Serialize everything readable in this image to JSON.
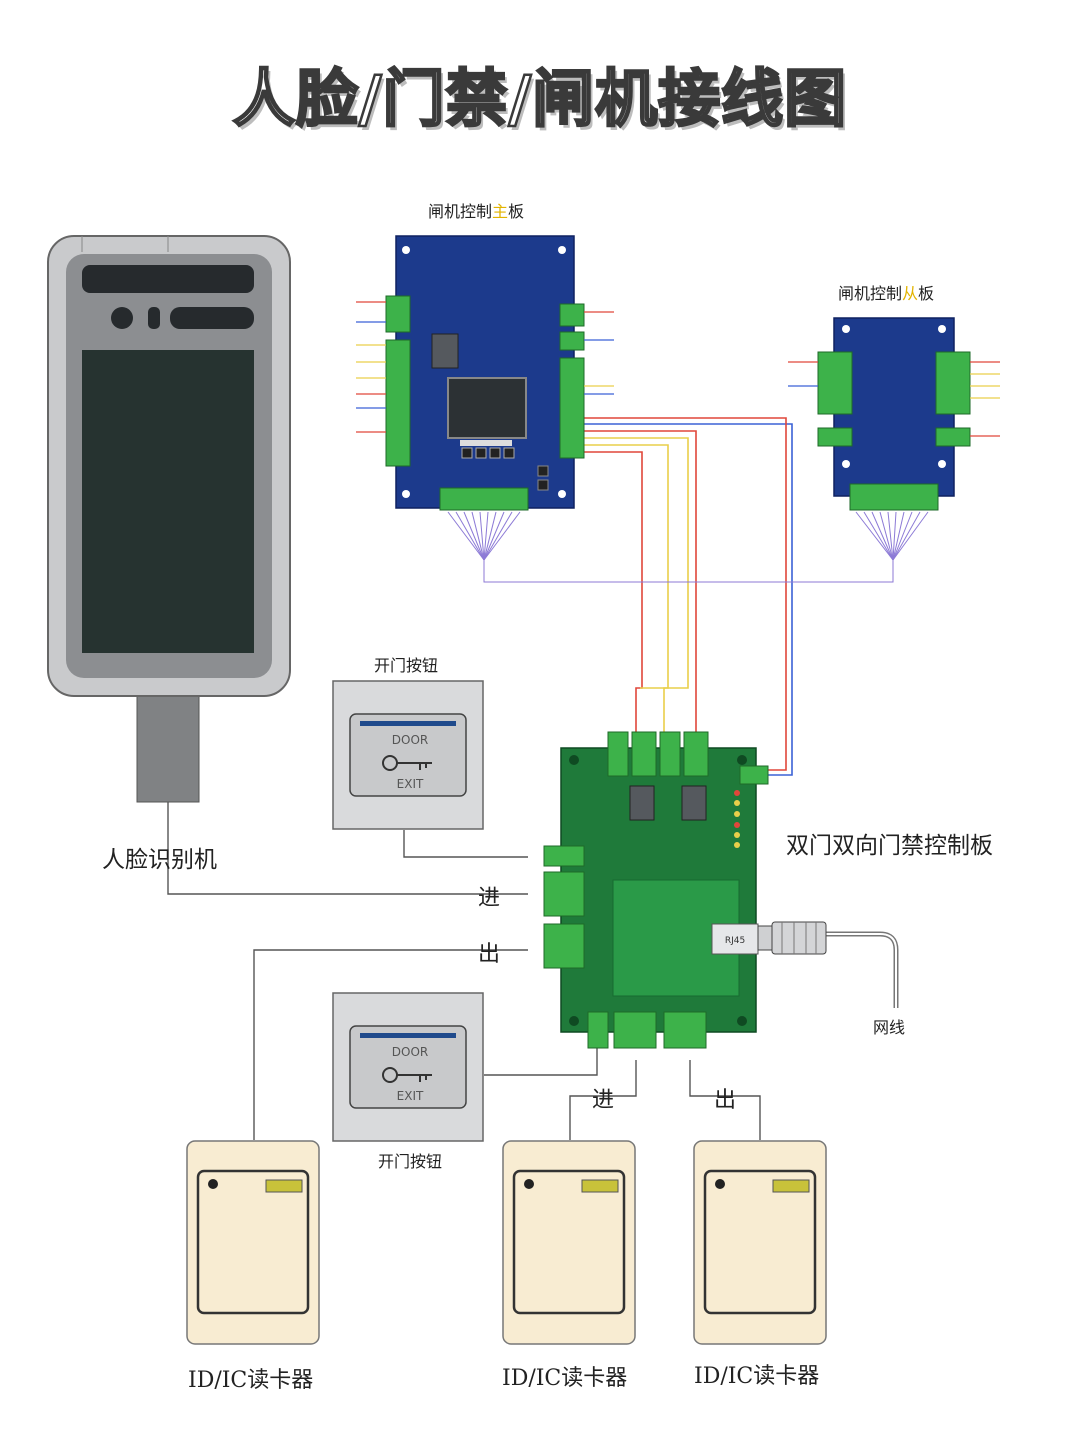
{
  "title": "人脸/门禁/闸机接线图",
  "labels": {
    "main_board_prefix": "闸机控制",
    "main_board_accent": "主",
    "main_board_suffix": "板",
    "sub_board_prefix": "闸机控制",
    "sub_board_accent": "从",
    "sub_board_suffix": "板",
    "face_terminal": "人脸识别机",
    "exit_button_top": "开门按钮",
    "exit_button_bottom": "开门按钮",
    "access_controller": "双门双向门禁控制板",
    "network_cable": "网线",
    "in_1": "进",
    "out_1": "出",
    "in_2": "进",
    "out_2": "出",
    "reader_1": "ID/IC读卡器",
    "reader_2": "ID/IC读卡器",
    "reader_3": "ID/IC读卡器"
  },
  "button_plate": {
    "door": "DOOR",
    "exit": "EXIT"
  },
  "controller_ports": {
    "rj45": "RJ45"
  },
  "colors": {
    "pcb_blue": "#1c3a8c",
    "pcb_green": "#1f7a3a",
    "terminal_green": "#3db24a",
    "wire_red": "#e0473a",
    "wire_yellow": "#e9cf4a",
    "wire_blue": "#3b62d6",
    "wire_purple": "#8c7ad6",
    "reader_body": "#f8ecd2"
  }
}
